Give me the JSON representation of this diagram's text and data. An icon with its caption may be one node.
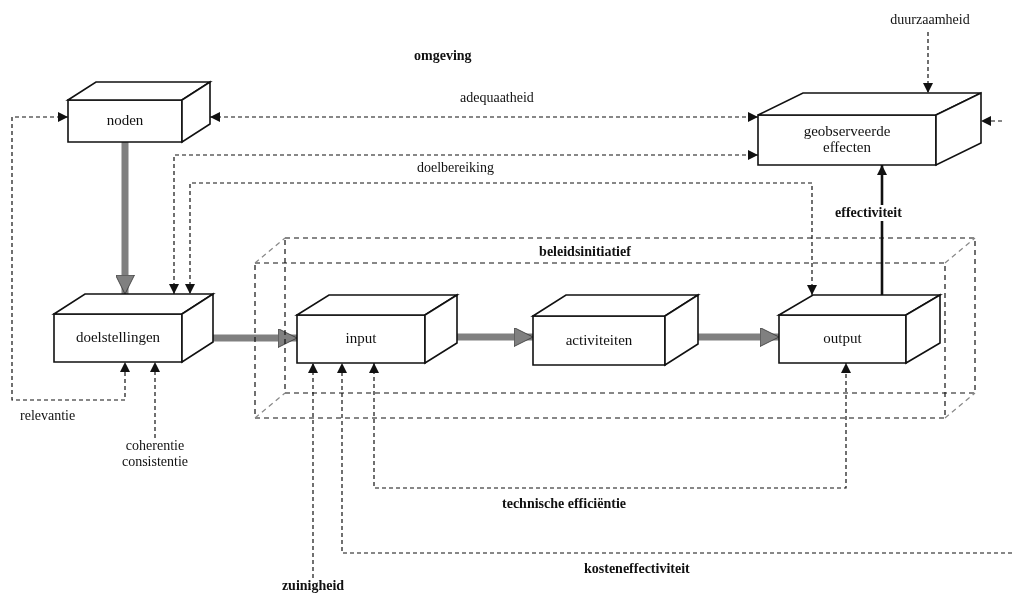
{
  "diagram": {
    "nodes": [
      {
        "text": [
          "noden"
        ]
      },
      {
        "text": [
          "geobserveerde effecten"
        ]
      },
      {
        "text": [
          "doelstellingen"
        ]
      },
      {
        "text": [
          "beleidsinitiatief"
        ]
      },
      {
        "text": [
          "input"
        ],
        "in": 3
      },
      {
        "text": [
          "activiteiten"
        ],
        "in": 3
      },
      {
        "text": [
          "output"
        ],
        "in": 3
      },
      {
        "text": [
          "duurzaamheid"
        ]
      },
      {
        "text": [
          "coherentie consistentie"
        ]
      },
      {
        "text": [
          "zuinigheid"
        ]
      }
    ],
    "edges": [
      {
        "from": 0,
        "to": 2,
        "arrow": "to",
        "style": "thick",
        "color": "#808080"
      },
      {
        "from": 2,
        "to": 4,
        "arrow": "to",
        "style": "thick",
        "color": "#808080"
      },
      {
        "from": 4,
        "to": 5,
        "arrow": "to",
        "style": "thick",
        "color": "#808080"
      },
      {
        "from": 5,
        "to": 6,
        "arrow": "to",
        "style": "thick",
        "color": "#808080"
      },
      {
        "from": 0,
        "to": 1,
        "arrow": "both",
        "label": "adequaatheid",
        "style": "dashed"
      },
      {
        "from": 2,
        "to": 1,
        "arrow": "both",
        "label": "doelbereiking",
        "style": "dashed"
      },
      {
        "from": 6,
        "to": 2,
        "arrow": "both",
        "style": "dashed"
      },
      {
        "from": 0,
        "to": 2,
        "arrow": "both",
        "label": "relevantie",
        "style": "dashed"
      },
      {
        "from": 6,
        "to": 1,
        "arrow": "to",
        "label": "effectiviteit"
      },
      {
        "from": 7,
        "to": 1,
        "arrow": "to",
        "style": "dashed"
      },
      {
        "from": null,
        "to": 1,
        "arrow": "to",
        "style": "dashed"
      },
      {
        "from": 8,
        "to": 2,
        "arrow": "to",
        "style": "dashed"
      },
      {
        "from": 4,
        "to": 6,
        "arrow": "both",
        "label": "technische efficiëntie",
        "style": "dashed"
      },
      {
        "from": null,
        "to": 4,
        "arrow": "to",
        "label": "kosteneffectiviteit",
        "style": "dashed"
      },
      {
        "from": 9,
        "to": 4,
        "arrow": "to",
        "style": "dashed"
      }
    ],
    "labels": [
      "omgeving"
    ]
  }
}
